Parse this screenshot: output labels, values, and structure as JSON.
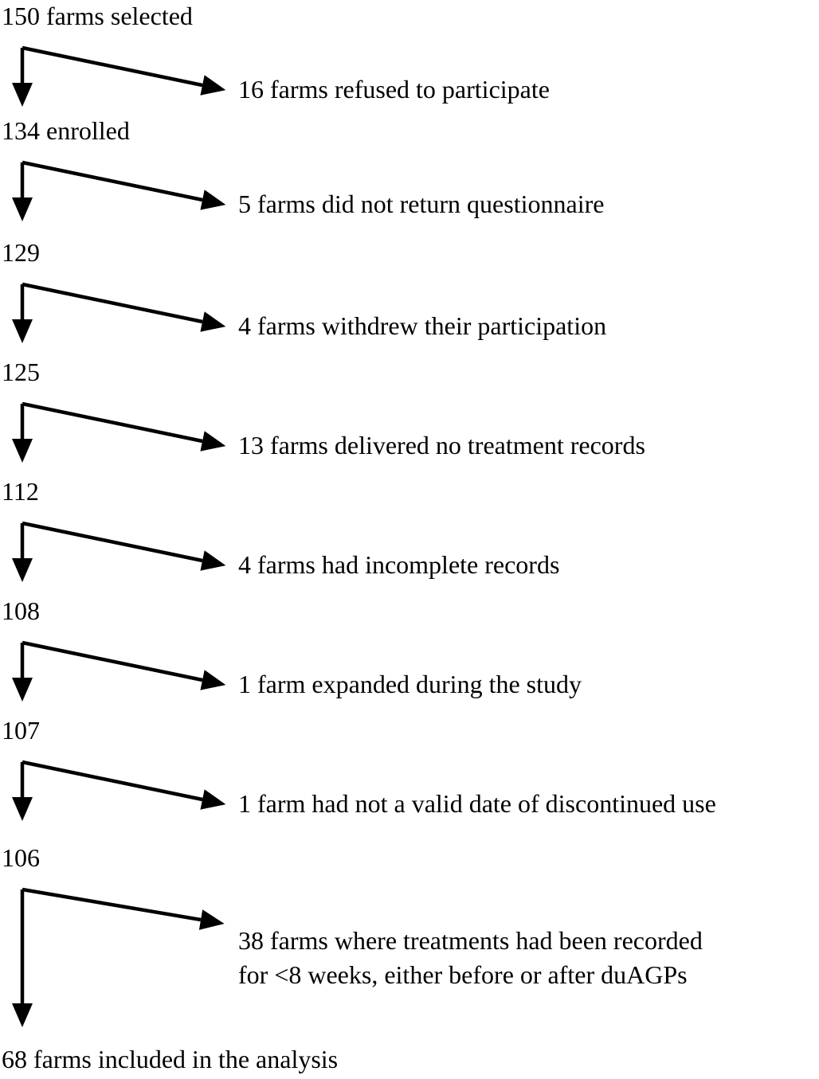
{
  "diagram": {
    "type": "flowchart",
    "description": "study enrollment flow of farms",
    "colors": {
      "text": "#000000",
      "arrow": "#000000",
      "background": "#ffffff"
    },
    "stages": [
      {
        "label": "150 farms selected"
      },
      {
        "label": "134 enrolled"
      },
      {
        "label": "129"
      },
      {
        "label": "125"
      },
      {
        "label": "112"
      },
      {
        "label": "108"
      },
      {
        "label": "107"
      },
      {
        "label": "106"
      },
      {
        "label": "68 farms included in the analysis"
      }
    ],
    "exclusions": [
      {
        "label": "16 farms refused to participate"
      },
      {
        "label": "5 farms did not return questionnaire"
      },
      {
        "label": "4 farms withdrew their participation"
      },
      {
        "label": "13 farms delivered no treatment records"
      },
      {
        "label": "4 farms had incomplete records"
      },
      {
        "label": "1 farm expanded during the study"
      },
      {
        "label": "1 farm had not a valid date of discontinued use"
      },
      {
        "label": "38 farms where treatments had been recorded for <8 weeks, either before or after duAGPs",
        "lines": [
          "38 farms where treatments had been recorded",
          "for <8 weeks, either before or after duAGPs"
        ]
      }
    ]
  }
}
